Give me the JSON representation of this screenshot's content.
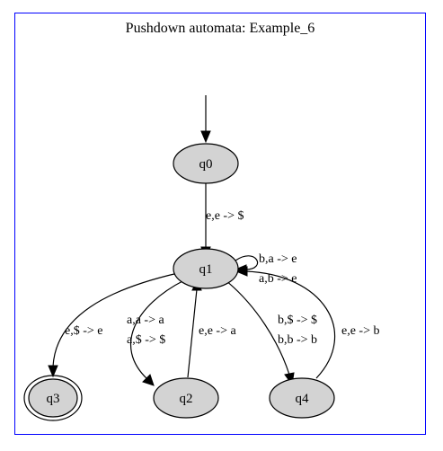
{
  "title": "Pushdown automata: Example_6",
  "states": [
    {
      "id": "q0",
      "label": "q0",
      "accepting": false
    },
    {
      "id": "q1",
      "label": "q1",
      "accepting": false
    },
    {
      "id": "q2",
      "label": "q2",
      "accepting": false
    },
    {
      "id": "q3",
      "label": "q3",
      "accepting": true
    },
    {
      "id": "q4",
      "label": "q4",
      "accepting": false
    }
  ],
  "transitions": {
    "q0_q1": [
      "e,e -> $"
    ],
    "q1_q1": [
      "b,a -> e",
      "a,b -> e"
    ],
    "q1_q3": [
      "e,$ -> e"
    ],
    "q1_q2": [
      "a,a -> a",
      "a,$ -> $"
    ],
    "q2_q1": [
      "e,e -> a"
    ],
    "q1_q4": [
      "b,$ -> $",
      "b,b -> b"
    ],
    "q4_q1": [
      "e,e -> b"
    ]
  },
  "colors": {
    "frame": "#0000ff",
    "state_fill": "#d3d3d3"
  }
}
